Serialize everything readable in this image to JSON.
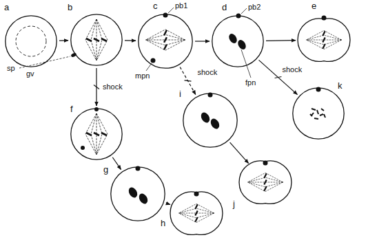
{
  "diagram": {
    "nodes": [
      {
        "text": [
          "a",
          "gv"
        ]
      },
      {
        "text": [
          "b"
        ]
      },
      {
        "text": [
          "c"
        ]
      },
      {
        "text": [
          "d"
        ]
      },
      {
        "text": [
          "e"
        ]
      },
      {
        "text": [
          "f"
        ]
      },
      {
        "text": [
          "g"
        ]
      },
      {
        "text": [
          "h"
        ]
      },
      {
        "text": [
          "i"
        ]
      },
      {
        "text": [
          "j"
        ]
      },
      {
        "text": [
          "k"
        ]
      }
    ],
    "edges": [
      {
        "from": 0,
        "to": 1,
        "arrow": "to"
      },
      {
        "from": 1,
        "to": 2,
        "arrow": "to"
      },
      {
        "from": 2,
        "to": 3,
        "arrow": "to"
      },
      {
        "from": 3,
        "to": 4,
        "arrow": "to"
      },
      {
        "from": 1,
        "to": 5,
        "label": "shock",
        "arrow": "to"
      },
      {
        "from": 5,
        "to": 6,
        "arrow": "to"
      },
      {
        "from": 6,
        "to": 7,
        "arrow": "to"
      },
      {
        "from": 2,
        "to": 8,
        "label": "shock",
        "arrow": "to"
      },
      {
        "from": 8,
        "to": 9,
        "arrow": "to"
      },
      {
        "from": 3,
        "to": 10,
        "label": "shock",
        "arrow": "to"
      }
    ],
    "labels": [
      "sp",
      "pb1",
      "mpn",
      "pb2",
      "fpn"
    ]
  }
}
